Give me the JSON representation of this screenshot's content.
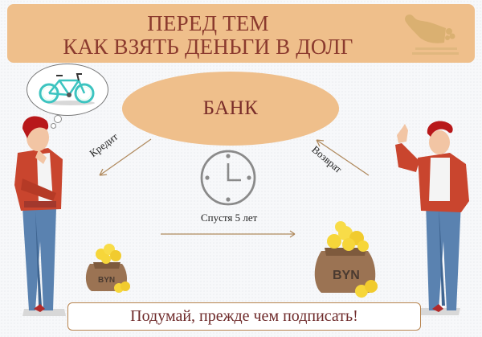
{
  "banner": {
    "title_line1": "ПЕРЕД ТЕМ",
    "title_line2": "КАК ВЗЯТЬ ДЕНЬГИ В ДОЛГ",
    "logo_icon": "cornucopia-logo-icon"
  },
  "diagram": {
    "center_label": "БАНК",
    "arrow_left_label": "Кредит",
    "arrow_right_label": "Возврат",
    "timeline_label": "Спустя 5 лет",
    "thought_icon": "bicycle-icon",
    "clock_icon": "clock-icon",
    "bag_small_label": "BYN",
    "bag_large_label": "BYN"
  },
  "footer": {
    "message": "Подумай, прежде чем подписать!"
  },
  "colors": {
    "banner_bg": "#efbf8b",
    "title_text": "#8b3a2e",
    "arrow": "#b08a5e",
    "footer_border": "#b7844f"
  }
}
